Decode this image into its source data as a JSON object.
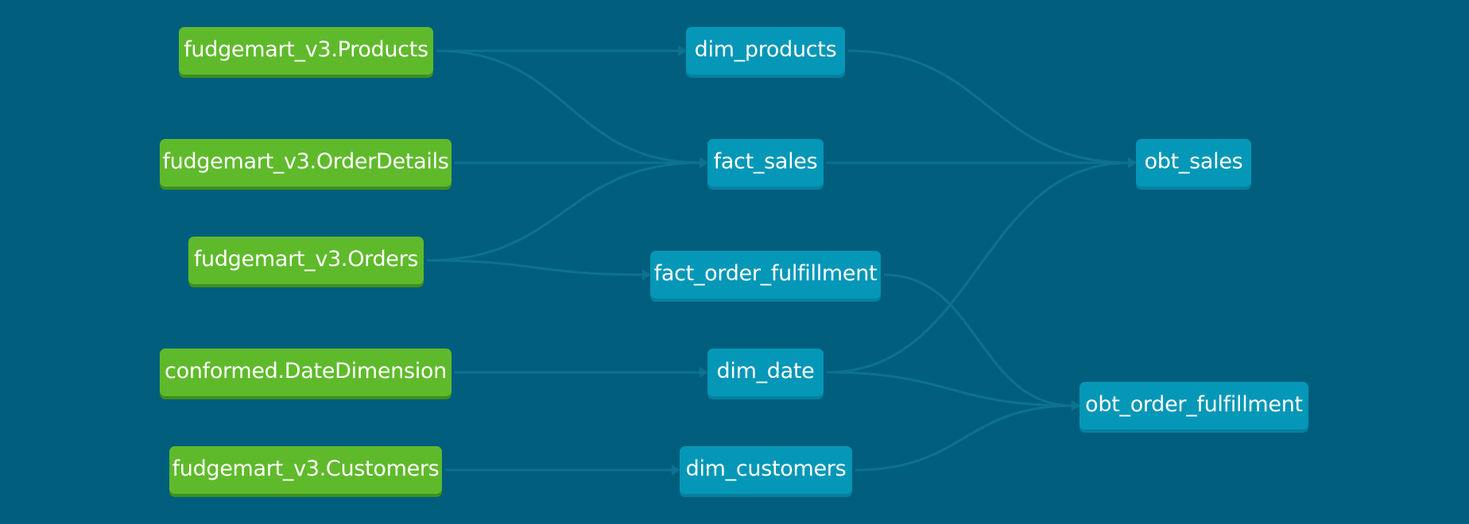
{
  "graph": {
    "colors": {
      "background": "#005e7d",
      "source_node": "#5fba2b",
      "model_node": "#0597b7",
      "edge": "#0d7290"
    },
    "sources": [
      {
        "id": "src_products",
        "label": "fudgemart_v3.Products"
      },
      {
        "id": "src_orderdetails",
        "label": "fudgemart_v3.OrderDetails"
      },
      {
        "id": "src_orders",
        "label": "fudgemart_v3.Orders"
      },
      {
        "id": "src_datedim",
        "label": "conformed.DateDimension"
      },
      {
        "id": "src_customers",
        "label": "fudgemart_v3.Customers"
      }
    ],
    "models": [
      {
        "id": "dim_products",
        "label": "dim_products"
      },
      {
        "id": "fact_sales",
        "label": "fact_sales"
      },
      {
        "id": "fact_order_fulfillment",
        "label": "fact_order_fulfillment"
      },
      {
        "id": "dim_date",
        "label": "dim_date"
      },
      {
        "id": "dim_customers",
        "label": "dim_customers"
      }
    ],
    "outputs": [
      {
        "id": "obt_sales",
        "label": "obt_sales"
      },
      {
        "id": "obt_order_fulfillment",
        "label": "obt_order_fulfillment"
      }
    ],
    "edges": [
      {
        "from": "src_products",
        "to": "dim_products"
      },
      {
        "from": "src_products",
        "to": "fact_sales"
      },
      {
        "from": "src_orderdetails",
        "to": "fact_sales"
      },
      {
        "from": "src_orders",
        "to": "fact_sales"
      },
      {
        "from": "src_orders",
        "to": "fact_order_fulfillment"
      },
      {
        "from": "src_datedim",
        "to": "dim_date"
      },
      {
        "from": "src_customers",
        "to": "dim_customers"
      },
      {
        "from": "dim_products",
        "to": "obt_sales"
      },
      {
        "from": "fact_sales",
        "to": "obt_sales"
      },
      {
        "from": "dim_date",
        "to": "obt_sales"
      },
      {
        "from": "fact_order_fulfillment",
        "to": "obt_order_fulfillment"
      },
      {
        "from": "dim_date",
        "to": "obt_order_fulfillment"
      },
      {
        "from": "dim_customers",
        "to": "obt_order_fulfillment"
      }
    ]
  }
}
